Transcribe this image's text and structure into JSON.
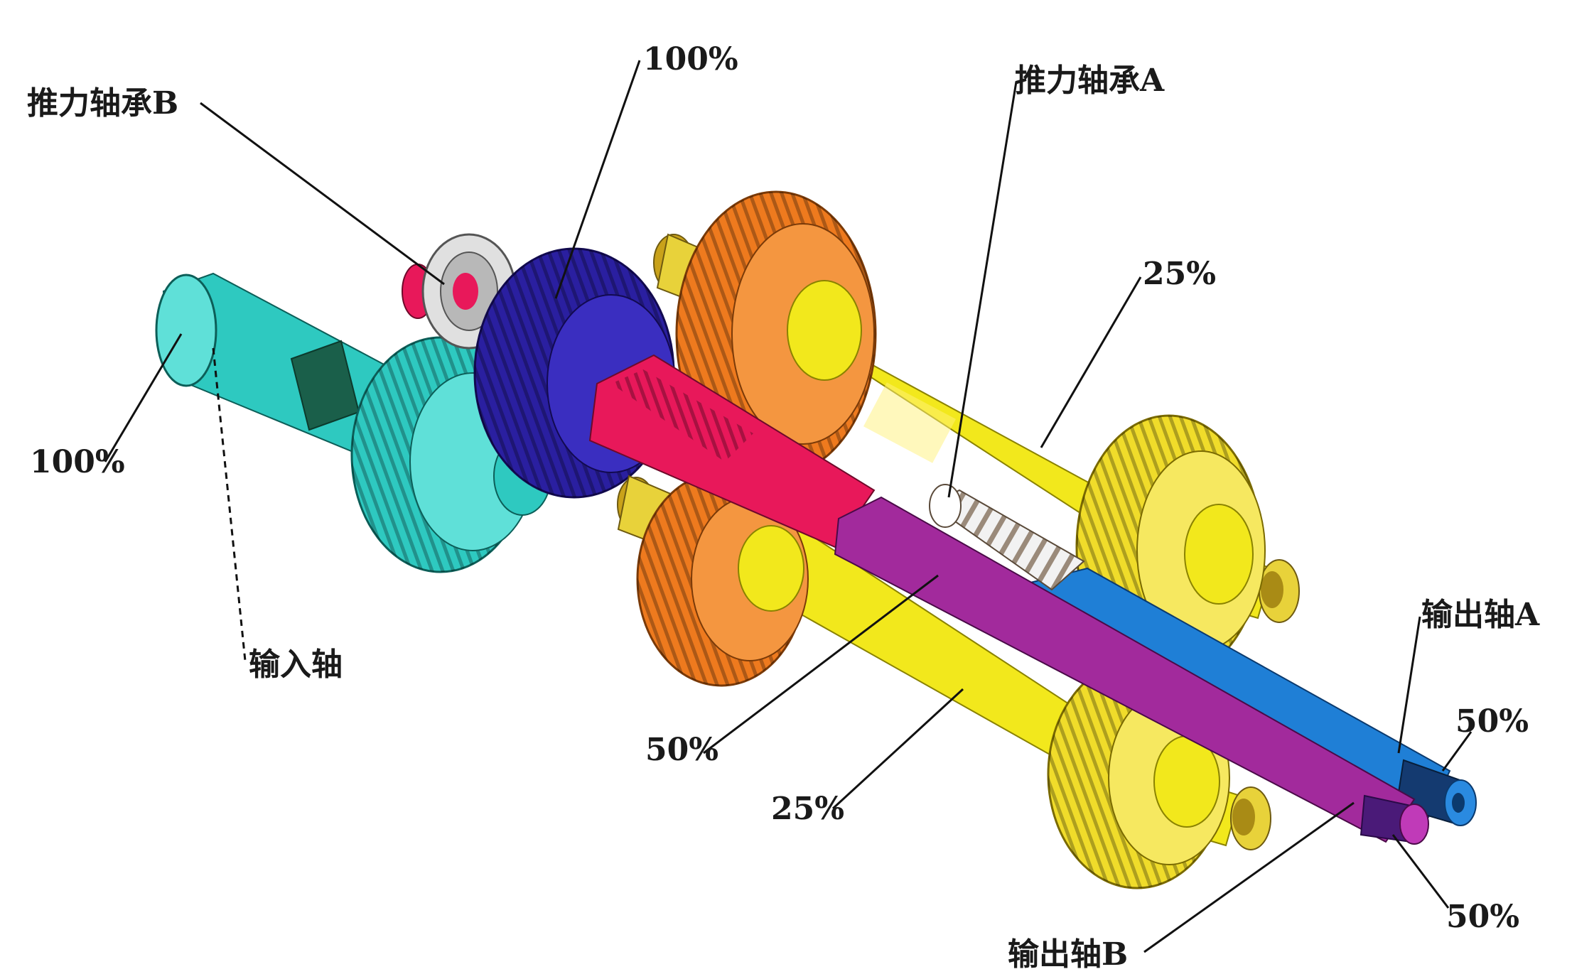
{
  "labels": {
    "thrust_bearing_b": "推力轴承B",
    "thrust_bearing_a": "推力轴承A",
    "input_shaft": "输入轴",
    "output_shaft_a": "输出轴A",
    "output_shaft_b": "输出轴B",
    "pct_input_shaft": "100%",
    "pct_drive_gear": "100%",
    "pct_upper_layshaft": "25%",
    "pct_lower_layshaft": "25%",
    "pct_output_b_mid": "50%",
    "pct_output_a_end": "50%",
    "pct_output_b_end": "50%"
  },
  "colors": {
    "input_shaft": "#2ec9c0",
    "drive_gear": "#2a1fa0",
    "pinion_shaft": "#e8185a",
    "output_shaft_b": "#a22a9c",
    "output_shaft_a": "#1f7fd6",
    "layshaft": "#f2e81c",
    "orange_gear": "#ee7a1e",
    "yellow_gear": "#f0dc2a",
    "bearing": "#d8d8d8",
    "leader": "#111111"
  }
}
